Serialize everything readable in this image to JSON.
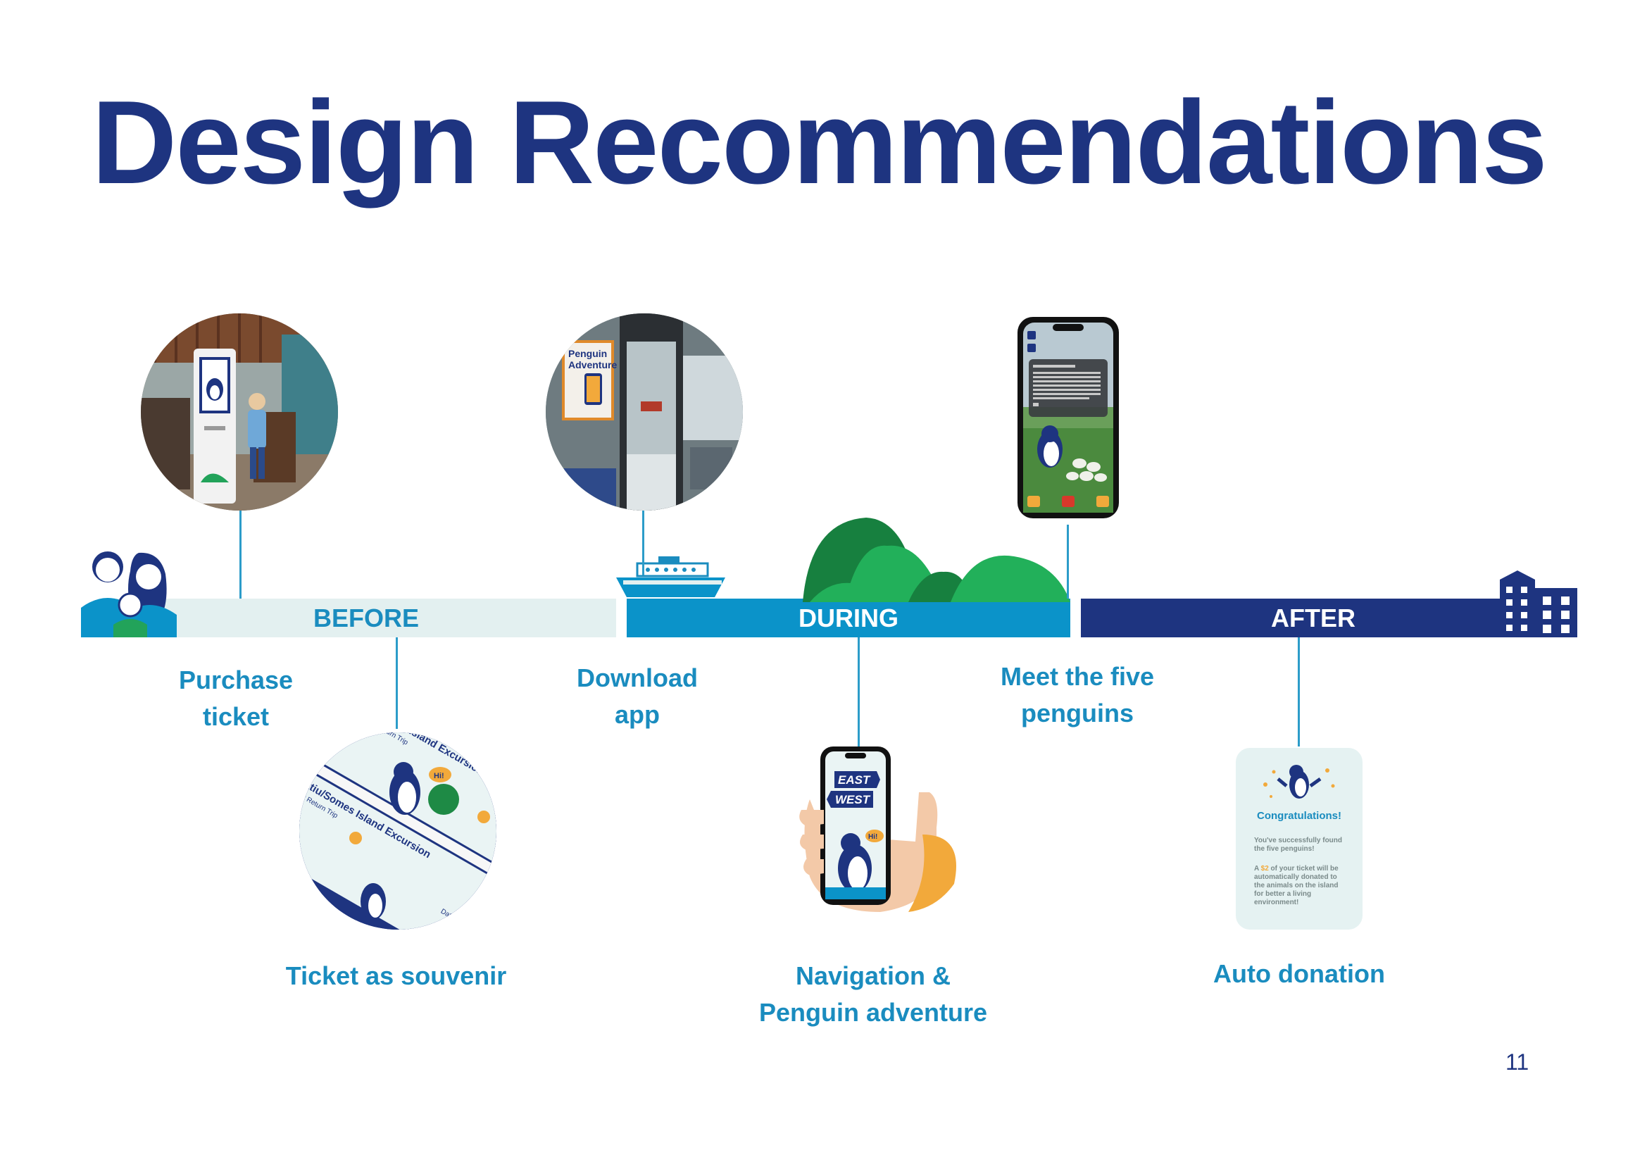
{
  "title": "Design Recommendations",
  "phases": {
    "before": "BEFORE",
    "during": "DURING",
    "after": "AFTER"
  },
  "steps": {
    "purchase_ticket": [
      "Purchase",
      "ticket"
    ],
    "download_app": [
      "Download",
      "app"
    ],
    "meet_penguins": [
      "Meet the five",
      "penguins"
    ],
    "ticket_souvenir": "Ticket as souvenir",
    "navigation": [
      "Navigation &",
      "Penguin adventure"
    ],
    "auto_donation": "Auto donation"
  },
  "images": {
    "poster_title": [
      "Penguin",
      "Adventure"
    ],
    "app_logo": [
      "EAST",
      "WEST"
    ],
    "speech_bubble": "Hi!",
    "ticket_route_a": "Matiu/Somes Island Excursion",
    "ticket_type_a": "Adult Return Trip",
    "ticket_route_b": "omes Island Excursion",
    "ticket_type_b": "Return Trip",
    "ticket_date": "Date",
    "donation_card": {
      "heading": "Congratulations!",
      "line1": "You've successfully found the five penguins!",
      "line2_prefix": "A ",
      "line2_amount": "$2",
      "line2_suffix": " of your ticket will be automatically donated to the animals on the island for better a living environment!"
    }
  },
  "page_number": "11",
  "colors": {
    "title": "#1e3480",
    "before_bar": "#e3f0f0",
    "during_bar": "#0b93c9",
    "after_bar": "#1e3480",
    "label": "#1a8cbf",
    "hill_dark": "#17803f",
    "hill_light": "#22b05a"
  }
}
